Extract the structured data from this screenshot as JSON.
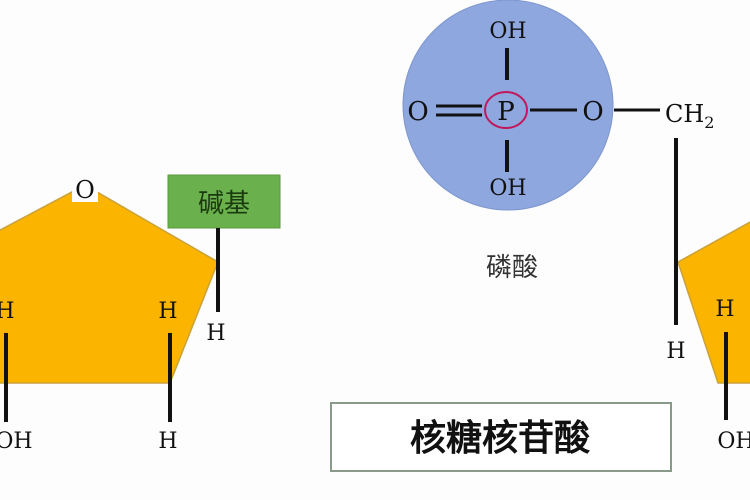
{
  "colors": {
    "sugar": "#fbb400",
    "phosphate": "#8ea7de",
    "base": "#6ab04c",
    "phosphorus_ring": "#c2185b"
  },
  "left_sugar": {
    "ring_oxygen": "O",
    "base_label": "碱基",
    "h_base": "H",
    "h_right_top": "H",
    "h_right_bottom": "H",
    "h_left_top": "H",
    "oh_left_bottom": "OH"
  },
  "phosphate": {
    "oh_top": "OH",
    "o_left": "O",
    "p": "P",
    "o_right": "O",
    "oh_bottom": "OH",
    "label": "磷酸"
  },
  "right_sugar": {
    "ch2": "CH",
    "ch2_sub": "2",
    "h_left": "H",
    "h_top": "H",
    "oh_bottom": "OH"
  },
  "title": "核糖核苷酸"
}
